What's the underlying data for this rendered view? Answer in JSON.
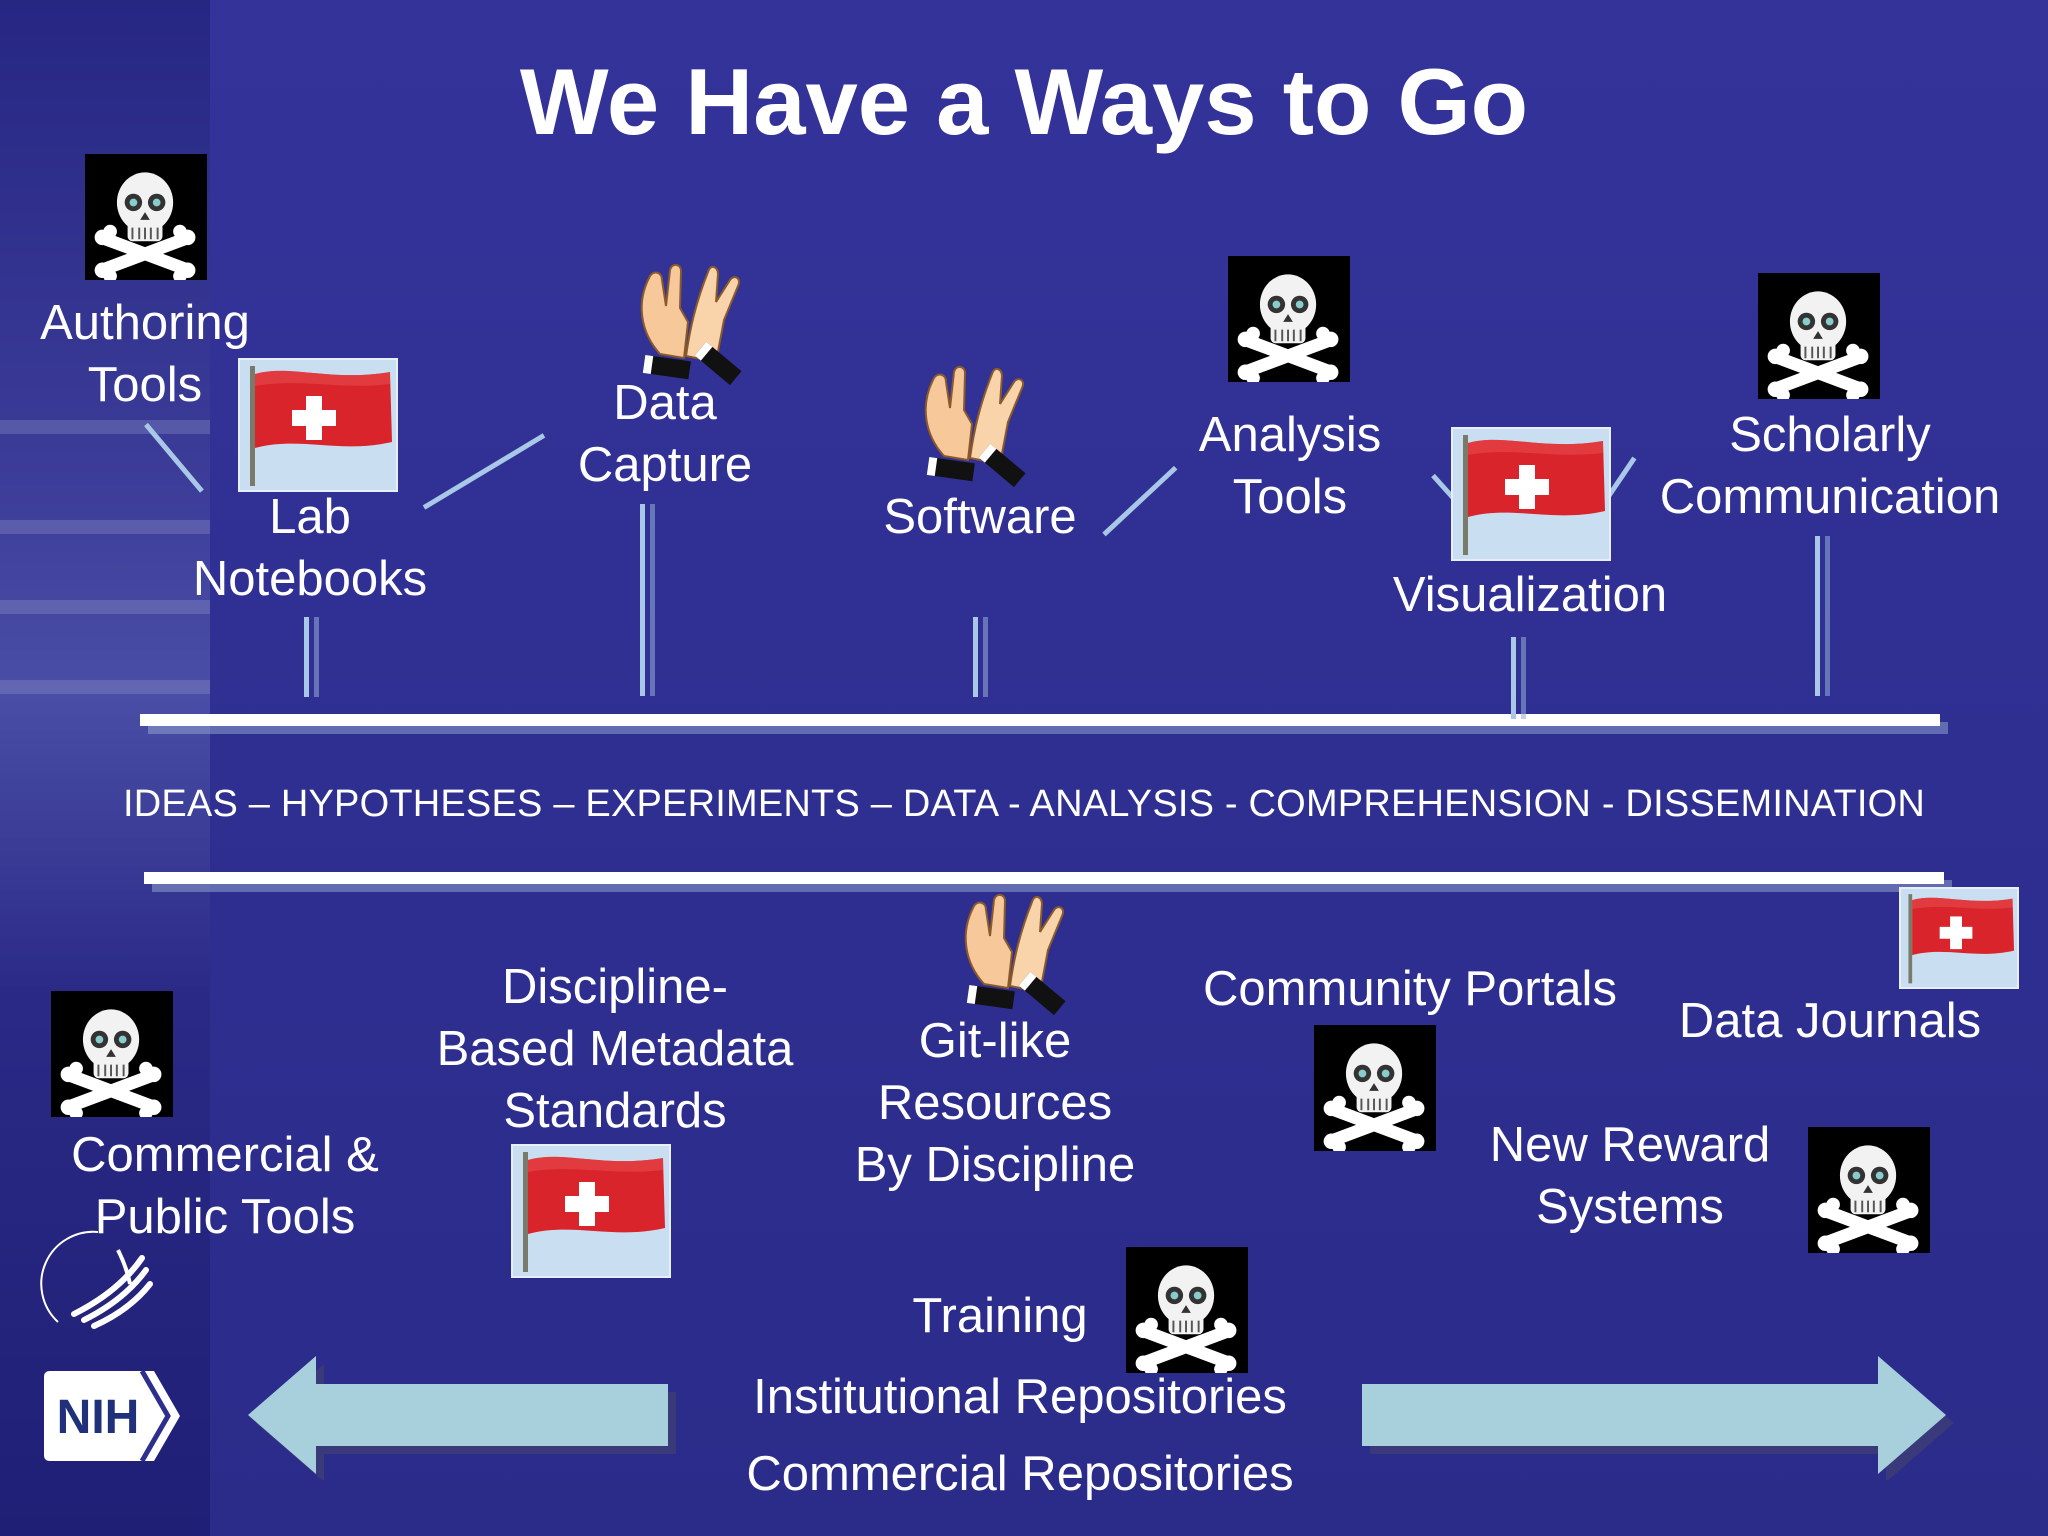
{
  "title": "We Have a Ways to Go",
  "stages": "IDEAS – HYPOTHESES – EXPERIMENTS – DATA - ANALYSIS - COMPREHENSION - DISSEMINATION",
  "top_items": [
    {
      "lines": [
        "Authoring",
        "Tools"
      ],
      "icon": "skull-icon"
    },
    {
      "lines": [
        "Lab",
        "Notebooks"
      ],
      "icon": "swiss-flag-icon"
    },
    {
      "lines": [
        "Data",
        "Capture"
      ],
      "icon": "clapping-hands-icon"
    },
    {
      "lines": [
        "Software"
      ],
      "icon": "clapping-hands-icon"
    },
    {
      "lines": [
        "Analysis",
        "Tools"
      ],
      "icon": "skull-icon"
    },
    {
      "lines": [
        "Visualization"
      ],
      "icon": "swiss-flag-icon"
    },
    {
      "lines": [
        "Scholarly",
        "Communication"
      ],
      "icon": "skull-icon"
    }
  ],
  "bottom_items": [
    {
      "lines": [
        "Commercial &",
        "Public Tools"
      ],
      "icon": "skull-icon"
    },
    {
      "lines": [
        "Discipline-",
        "Based Metadata",
        "Standards"
      ],
      "icon": "swiss-flag-icon"
    },
    {
      "lines": [
        "Git-like",
        "Resources",
        "By Discipline"
      ],
      "icon": "clapping-hands-icon"
    },
    {
      "lines": [
        "Community Portals"
      ],
      "icon": "skull-icon"
    },
    {
      "lines": [
        "Data Journals"
      ],
      "icon": "swiss-flag-icon"
    },
    {
      "lines": [
        "New Reward",
        "Systems"
      ],
      "icon": "skull-icon"
    },
    {
      "lines": [
        "Training"
      ],
      "icon": "skull-icon"
    }
  ],
  "repositories": [
    "Institutional Repositories",
    "Commercial Repositories"
  ],
  "logo": {
    "text": "NIH"
  },
  "colors": {
    "background": "#2f2f92",
    "text": "#ffffff",
    "connector": "#a9c7e6",
    "arrow": "#a8d0dc",
    "flag_red": "#d8242a"
  }
}
